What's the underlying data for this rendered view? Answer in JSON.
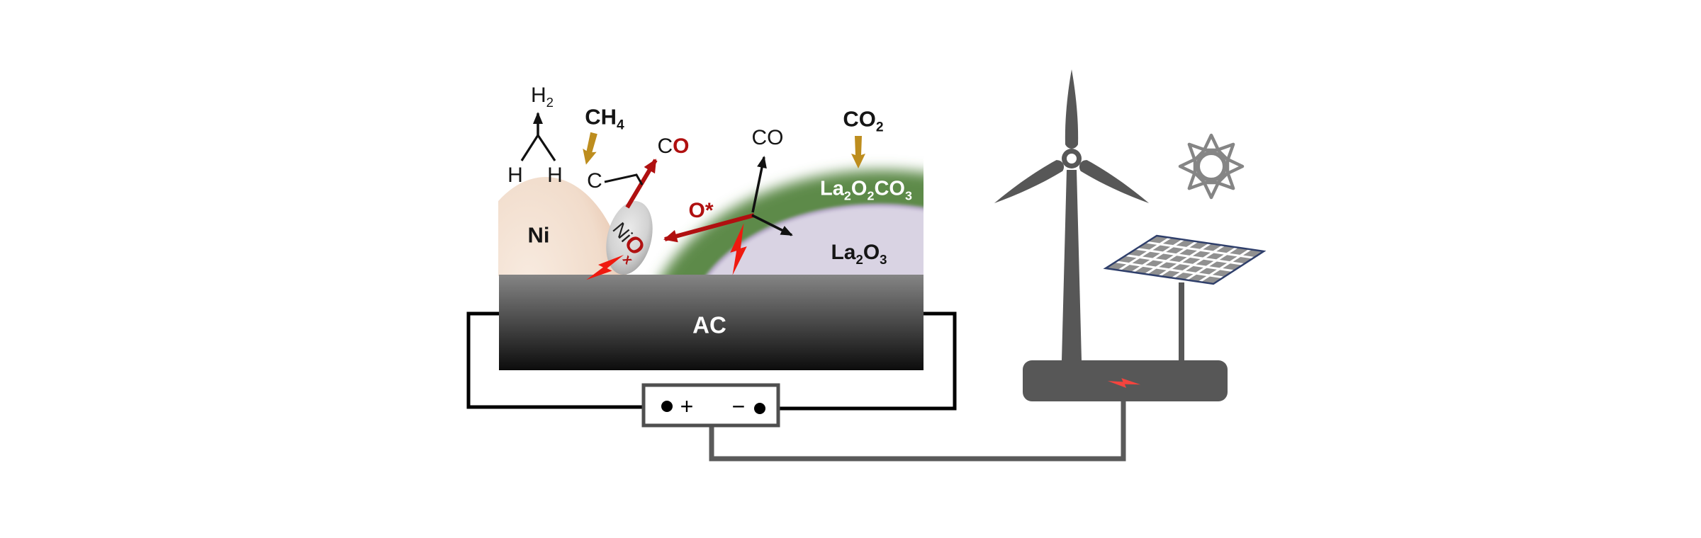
{
  "figure": {
    "description": "Electrified dry reforming catalyst schematic powered by renewable electricity",
    "labels": {
      "h2": [
        "H",
        "2"
      ],
      "h_left": "H",
      "h_right": "H",
      "ch4": [
        "CH",
        "4"
      ],
      "c": "C",
      "co_red": [
        "C",
        "O"
      ],
      "o_star": "O*",
      "co_black": "CO",
      "co2": [
        "CO",
        "2"
      ],
      "la2o2co3": [
        "La",
        "2",
        "O",
        "2",
        "CO",
        "3"
      ],
      "la2o3": [
        "La",
        "2",
        "O",
        "3"
      ],
      "ni": "Ni",
      "niox": [
        "Ni",
        "O",
        "x"
      ],
      "ac": "AC",
      "plus": "+",
      "minus": "−"
    },
    "icons": [
      "wind-turbine-icon",
      "sun-icon",
      "solar-panel-icon",
      "lightning-bolt-icon",
      "power-supply-box"
    ],
    "colors": {
      "dark_red_arrows": "#B01010",
      "bright_red_bolt": "#EF1A0F",
      "base_bolt_red": "#F4443E",
      "gold_arrow": "#BD8D1E",
      "carbonate_green": "#5D8A4A",
      "la2o3_purple": "#D9D3E3",
      "ni_particle_pink": "#F1DCCB",
      "niox_gray": "#D2D2D2",
      "ac_support_top": "#858585",
      "ac_support_bottom": "#0C0C0C",
      "device_gray": "#575757",
      "wire_black": "#000000",
      "wire_gray": "#5A5A5A",
      "panel_frame_navy": "#2F3F6B",
      "white_text": "#FFFFFF"
    }
  }
}
